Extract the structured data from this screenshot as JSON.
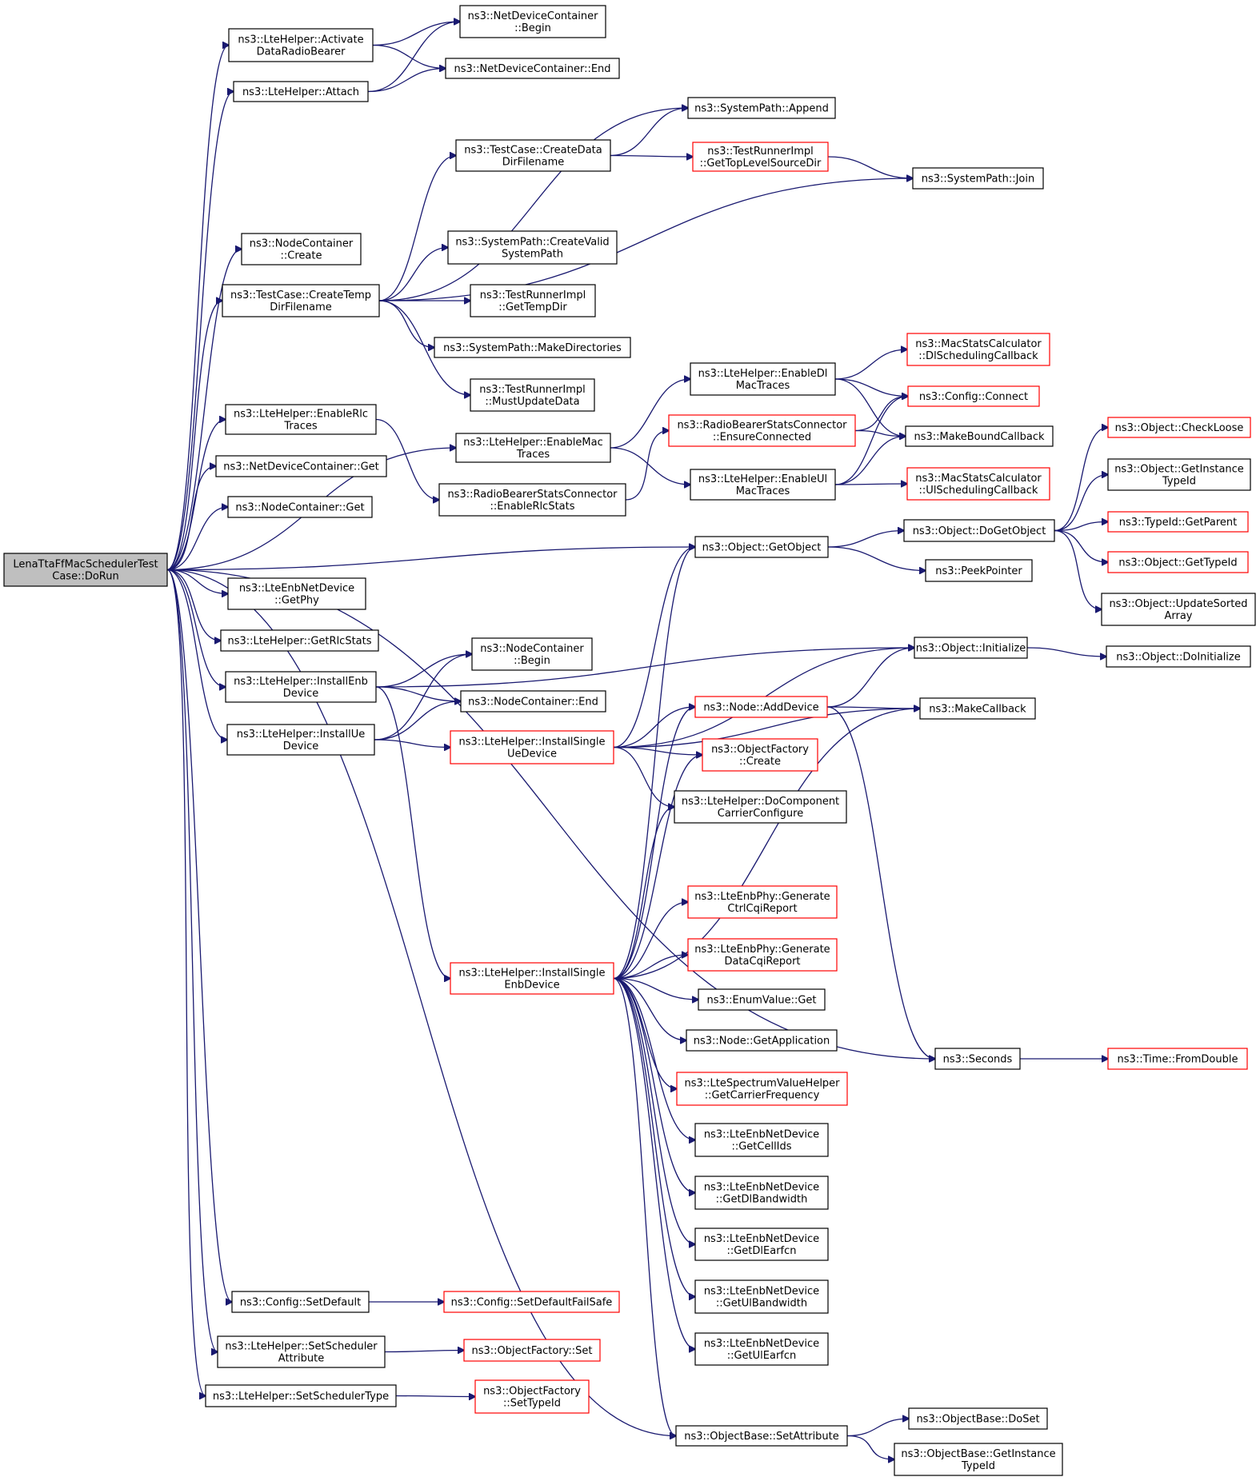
{
  "nodes": [
    {
      "id": "root",
      "lines": [
        "LenaTtaFfMacSchedulerTest",
        "Case::DoRun"
      ],
      "style": "root"
    },
    {
      "id": "lte_activate",
      "lines": [
        "ns3::LteHelper::Activate",
        "DataRadioBearer"
      ],
      "style": "black"
    },
    {
      "id": "lte_attach",
      "lines": [
        "ns3::LteHelper::Attach"
      ],
      "style": "black"
    },
    {
      "id": "ndc_begin",
      "lines": [
        "ns3::NetDeviceContainer",
        "::Begin"
      ],
      "style": "black"
    },
    {
      "id": "ndc_end",
      "lines": [
        "ns3::NetDeviceContainer::End"
      ],
      "style": "black"
    },
    {
      "id": "sp_append",
      "lines": [
        "ns3::SystemPath::Append"
      ],
      "style": "black"
    },
    {
      "id": "tc_createdata",
      "lines": [
        "ns3::TestCase::CreateData",
        "DirFilename"
      ],
      "style": "black"
    },
    {
      "id": "tri_gettoplevel",
      "lines": [
        "ns3::TestRunnerImpl",
        "::GetTopLevelSourceDir"
      ],
      "style": "red"
    },
    {
      "id": "sp_join",
      "lines": [
        "ns3::SystemPath::Join"
      ],
      "style": "black"
    },
    {
      "id": "nc_create",
      "lines": [
        "ns3::NodeContainer",
        "::Create"
      ],
      "style": "black"
    },
    {
      "id": "sp_createvalid",
      "lines": [
        "ns3::SystemPath::CreateValid",
        "SystemPath"
      ],
      "style": "black"
    },
    {
      "id": "tc_createtemp",
      "lines": [
        "ns3::TestCase::CreateTemp",
        "DirFilename"
      ],
      "style": "black"
    },
    {
      "id": "tri_gettempdir",
      "lines": [
        "ns3::TestRunnerImpl",
        "::GetTempDir"
      ],
      "style": "black"
    },
    {
      "id": "sp_makedirs",
      "lines": [
        "ns3::SystemPath::MakeDirectories"
      ],
      "style": "black"
    },
    {
      "id": "tri_mustupdate",
      "lines": [
        "ns3::TestRunnerImpl",
        "::MustUpdateData"
      ],
      "style": "black"
    },
    {
      "id": "msc_dlsched",
      "lines": [
        "ns3::MacStatsCalculator",
        "::DlSchedulingCallback"
      ],
      "style": "red"
    },
    {
      "id": "lte_enabledlmac",
      "lines": [
        "ns3::LteHelper::EnableDl",
        "MacTraces"
      ],
      "style": "black"
    },
    {
      "id": "cfg_connect",
      "lines": [
        "ns3::Config::Connect"
      ],
      "style": "red"
    },
    {
      "id": "lte_enablerlc",
      "lines": [
        "ns3::LteHelper::EnableRlc",
        "Traces"
      ],
      "style": "black"
    },
    {
      "id": "rbsc_ensure",
      "lines": [
        "ns3::RadioBearerStatsConnector",
        "::EnsureConnected"
      ],
      "style": "red"
    },
    {
      "id": "makebound",
      "lines": [
        "ns3::MakeBoundCallback"
      ],
      "style": "black"
    },
    {
      "id": "obj_checkloose",
      "lines": [
        "ns3::Object::CheckLoose"
      ],
      "style": "red"
    },
    {
      "id": "lte_enablemac",
      "lines": [
        "ns3::LteHelper::EnableMac",
        "Traces"
      ],
      "style": "black"
    },
    {
      "id": "ndc_get",
      "lines": [
        "ns3::NetDeviceContainer::Get"
      ],
      "style": "black"
    },
    {
      "id": "lte_enableulmac",
      "lines": [
        "ns3::LteHelper::EnableUl",
        "MacTraces"
      ],
      "style": "black"
    },
    {
      "id": "msc_ulsched",
      "lines": [
        "ns3::MacStatsCalculator",
        "::UlSchedulingCallback"
      ],
      "style": "red"
    },
    {
      "id": "obj_getinstancetypeid",
      "lines": [
        "ns3::Object::GetInstance",
        "TypeId"
      ],
      "style": "black"
    },
    {
      "id": "rbsc_enablerlc",
      "lines": [
        "ns3::RadioBearerStatsConnector",
        "::EnableRlcStats"
      ],
      "style": "black"
    },
    {
      "id": "nc_get",
      "lines": [
        "ns3::NodeContainer::Get"
      ],
      "style": "black"
    },
    {
      "id": "typeid_getparent",
      "lines": [
        "ns3::TypeId::GetParent"
      ],
      "style": "red"
    },
    {
      "id": "obj_dogetobject",
      "lines": [
        "ns3::Object::DoGetObject"
      ],
      "style": "black"
    },
    {
      "id": "obj_getobject",
      "lines": [
        "ns3::Object::GetObject"
      ],
      "style": "black"
    },
    {
      "id": "obj_gettypeid",
      "lines": [
        "ns3::Object::GetTypeId"
      ],
      "style": "red"
    },
    {
      "id": "peekpointer",
      "lines": [
        "ns3::PeekPointer"
      ],
      "style": "black"
    },
    {
      "id": "lteenb_getphy",
      "lines": [
        "ns3::LteEnbNetDevice",
        "::GetPhy"
      ],
      "style": "black"
    },
    {
      "id": "obj_updatesorted",
      "lines": [
        "ns3::Object::UpdateSorted",
        "Array"
      ],
      "style": "black"
    },
    {
      "id": "lte_getrlcstats",
      "lines": [
        "ns3::LteHelper::GetRlcStats"
      ],
      "style": "black"
    },
    {
      "id": "nc_begin",
      "lines": [
        "ns3::NodeContainer",
        "::Begin"
      ],
      "style": "black"
    },
    {
      "id": "obj_initialize",
      "lines": [
        "ns3::Object::Initialize"
      ],
      "style": "black"
    },
    {
      "id": "obj_doinitialize",
      "lines": [
        "ns3::Object::DoInitialize"
      ],
      "style": "black"
    },
    {
      "id": "lte_installenb",
      "lines": [
        "ns3::LteHelper::InstallEnb",
        "Device"
      ],
      "style": "black"
    },
    {
      "id": "nc_end",
      "lines": [
        "ns3::NodeContainer::End"
      ],
      "style": "black"
    },
    {
      "id": "node_adddevice",
      "lines": [
        "ns3::Node::AddDevice"
      ],
      "style": "red"
    },
    {
      "id": "makecallback",
      "lines": [
        "ns3::MakeCallback"
      ],
      "style": "black"
    },
    {
      "id": "lte_installue",
      "lines": [
        "ns3::LteHelper::InstallUe",
        "Device"
      ],
      "style": "black"
    },
    {
      "id": "lte_installsingleue",
      "lines": [
        "ns3::LteHelper::InstallSingle",
        "UeDevice"
      ],
      "style": "red"
    },
    {
      "id": "of_create",
      "lines": [
        "ns3::ObjectFactory",
        "::Create"
      ],
      "style": "red"
    },
    {
      "id": "lte_docomponent",
      "lines": [
        "ns3::LteHelper::DoComponent",
        "CarrierConfigure"
      ],
      "style": "black"
    },
    {
      "id": "phy_genctrl",
      "lines": [
        "ns3::LteEnbPhy::Generate",
        "CtrlCqiReport"
      ],
      "style": "red"
    },
    {
      "id": "phy_gendata",
      "lines": [
        "ns3::LteEnbPhy::Generate",
        "DataCqiReport"
      ],
      "style": "red"
    },
    {
      "id": "lte_installsingleenb",
      "lines": [
        "ns3::LteHelper::InstallSingle",
        "EnbDevice"
      ],
      "style": "red"
    },
    {
      "id": "enumvalue_get",
      "lines": [
        "ns3::EnumValue::Get"
      ],
      "style": "black"
    },
    {
      "id": "node_getapp",
      "lines": [
        "ns3::Node::GetApplication"
      ],
      "style": "black"
    },
    {
      "id": "seconds",
      "lines": [
        "ns3::Seconds"
      ],
      "style": "black"
    },
    {
      "id": "time_fromdouble",
      "lines": [
        "ns3::Time::FromDouble"
      ],
      "style": "red"
    },
    {
      "id": "lsvh_getcarrier",
      "lines": [
        "ns3::LteSpectrumValueHelper",
        "::GetCarrierFrequency"
      ],
      "style": "red"
    },
    {
      "id": "enb_getcellids",
      "lines": [
        "ns3::LteEnbNetDevice",
        "::GetCellIds"
      ],
      "style": "black"
    },
    {
      "id": "enb_getdlbw",
      "lines": [
        "ns3::LteEnbNetDevice",
        "::GetDlBandwidth"
      ],
      "style": "black"
    },
    {
      "id": "enb_getdlearfcn",
      "lines": [
        "ns3::LteEnbNetDevice",
        "::GetDlEarfcn"
      ],
      "style": "black"
    },
    {
      "id": "enb_getulbw",
      "lines": [
        "ns3::LteEnbNetDevice",
        "::GetUlBandwidth"
      ],
      "style": "black"
    },
    {
      "id": "cfg_setdefault",
      "lines": [
        "ns3::Config::SetDefault"
      ],
      "style": "black"
    },
    {
      "id": "cfg_setdefaultfailsafe",
      "lines": [
        "ns3::Config::SetDefaultFailSafe"
      ],
      "style": "red"
    },
    {
      "id": "lte_setschedattr",
      "lines": [
        "ns3::LteHelper::SetScheduler",
        "Attribute"
      ],
      "style": "black"
    },
    {
      "id": "of_set",
      "lines": [
        "ns3::ObjectFactory::Set"
      ],
      "style": "red"
    },
    {
      "id": "enb_getulearfcn",
      "lines": [
        "ns3::LteEnbNetDevice",
        "::GetUlEarfcn"
      ],
      "style": "black"
    },
    {
      "id": "lte_setschedtype",
      "lines": [
        "ns3::LteHelper::SetSchedulerType"
      ],
      "style": "black"
    },
    {
      "id": "of_settypeid",
      "lines": [
        "ns3::ObjectFactory",
        "::SetTypeId"
      ],
      "style": "red"
    },
    {
      "id": "ob_doset",
      "lines": [
        "ns3::ObjectBase::DoSet"
      ],
      "style": "black"
    },
    {
      "id": "ob_setattribute",
      "lines": [
        "ns3::ObjectBase::SetAttribute"
      ],
      "style": "black"
    },
    {
      "id": "ob_getinstancetypeid",
      "lines": [
        "ns3::ObjectBase::GetInstance",
        "TypeId"
      ],
      "style": "black"
    }
  ],
  "edges": [
    [
      "root",
      "lte_activate"
    ],
    [
      "root",
      "lte_attach"
    ],
    [
      "root",
      "nc_create"
    ],
    [
      "root",
      "tc_createtemp"
    ],
    [
      "root",
      "lte_enablemac"
    ],
    [
      "root",
      "lte_enablerlc"
    ],
    [
      "root",
      "ndc_get"
    ],
    [
      "root",
      "nc_get"
    ],
    [
      "root",
      "obj_getobject"
    ],
    [
      "root",
      "lteenb_getphy"
    ],
    [
      "root",
      "lte_getrlcstats"
    ],
    [
      "root",
      "lte_installenb"
    ],
    [
      "root",
      "lte_installue"
    ],
    [
      "root",
      "cfg_setdefault"
    ],
    [
      "root",
      "lte_setschedattr"
    ],
    [
      "root",
      "lte_setschedtype"
    ],
    [
      "root",
      "ob_setattribute"
    ],
    [
      "root",
      "seconds"
    ],
    [
      "lte_activate",
      "ndc_begin"
    ],
    [
      "lte_activate",
      "ndc_end"
    ],
    [
      "lte_attach",
      "ndc_begin"
    ],
    [
      "lte_attach",
      "ndc_end"
    ],
    [
      "tc_createtemp",
      "sp_append"
    ],
    [
      "tc_createtemp",
      "tc_createdata"
    ],
    [
      "tc_createtemp",
      "sp_join"
    ],
    [
      "tc_createtemp",
      "sp_createvalid"
    ],
    [
      "tc_createtemp",
      "tri_gettempdir"
    ],
    [
      "tc_createtemp",
      "sp_makedirs"
    ],
    [
      "tc_createtemp",
      "tri_mustupdate"
    ],
    [
      "tc_createdata",
      "sp_append"
    ],
    [
      "tc_createdata",
      "tri_gettoplevel"
    ],
    [
      "tri_gettoplevel",
      "sp_join"
    ],
    [
      "lte_enablemac",
      "lte_enabledlmac"
    ],
    [
      "lte_enablemac",
      "lte_enableulmac"
    ],
    [
      "lte_enabledlmac",
      "msc_dlsched"
    ],
    [
      "lte_enabledlmac",
      "cfg_connect"
    ],
    [
      "lte_enabledlmac",
      "makebound"
    ],
    [
      "lte_enableulmac",
      "msc_ulsched"
    ],
    [
      "lte_enableulmac",
      "cfg_connect"
    ],
    [
      "lte_enableulmac",
      "makebound"
    ],
    [
      "lte_enablerlc",
      "rbsc_enablerlc"
    ],
    [
      "rbsc_enablerlc",
      "rbsc_ensure"
    ],
    [
      "rbsc_ensure",
      "cfg_connect"
    ],
    [
      "rbsc_ensure",
      "makebound"
    ],
    [
      "obj_getobject",
      "obj_dogetobject"
    ],
    [
      "obj_getobject",
      "peekpointer"
    ],
    [
      "obj_dogetobject",
      "obj_checkloose"
    ],
    [
      "obj_dogetobject",
      "obj_getinstancetypeid"
    ],
    [
      "obj_dogetobject",
      "typeid_getparent"
    ],
    [
      "obj_dogetobject",
      "obj_gettypeid"
    ],
    [
      "obj_dogetobject",
      "obj_updatesorted"
    ],
    [
      "lte_installenb",
      "obj_initialize"
    ],
    [
      "lte_installenb",
      "nc_begin"
    ],
    [
      "lte_installenb",
      "nc_end"
    ],
    [
      "lte_installenb",
      "lte_installsingleenb"
    ],
    [
      "lte_installue",
      "nc_begin"
    ],
    [
      "lte_installue",
      "nc_end"
    ],
    [
      "lte_installue",
      "lte_installsingleue"
    ],
    [
      "lte_installsingleue",
      "obj_getobject"
    ],
    [
      "lte_installsingleue",
      "obj_initialize"
    ],
    [
      "lte_installsingleue",
      "makecallback"
    ],
    [
      "lte_installsingleue",
      "node_adddevice"
    ],
    [
      "lte_installsingleue",
      "of_create"
    ],
    [
      "lte_installsingleue",
      "lte_docomponent"
    ],
    [
      "node_adddevice",
      "obj_initialize"
    ],
    [
      "node_adddevice",
      "makecallback"
    ],
    [
      "node_adddevice",
      "seconds"
    ],
    [
      "obj_initialize",
      "obj_doinitialize"
    ],
    [
      "seconds",
      "time_fromdouble"
    ],
    [
      "lte_installsingleenb",
      "obj_getobject"
    ],
    [
      "lte_installsingleenb",
      "node_adddevice"
    ],
    [
      "lte_installsingleenb",
      "of_create"
    ],
    [
      "lte_installsingleenb",
      "lte_docomponent"
    ],
    [
      "lte_installsingleenb",
      "makecallback"
    ],
    [
      "lte_installsingleenb",
      "phy_genctrl"
    ],
    [
      "lte_installsingleenb",
      "phy_gendata"
    ],
    [
      "lte_installsingleenb",
      "enumvalue_get"
    ],
    [
      "lte_installsingleenb",
      "node_getapp"
    ],
    [
      "lte_installsingleenb",
      "lsvh_getcarrier"
    ],
    [
      "lte_installsingleenb",
      "enb_getcellids"
    ],
    [
      "lte_installsingleenb",
      "enb_getdlbw"
    ],
    [
      "lte_installsingleenb",
      "enb_getdlearfcn"
    ],
    [
      "lte_installsingleenb",
      "enb_getulbw"
    ],
    [
      "lte_installsingleenb",
      "enb_getulearfcn"
    ],
    [
      "lte_installsingleenb",
      "ob_setattribute"
    ],
    [
      "cfg_setdefault",
      "cfg_setdefaultfailsafe"
    ],
    [
      "lte_setschedattr",
      "of_set"
    ],
    [
      "lte_setschedtype",
      "of_settypeid"
    ],
    [
      "ob_setattribute",
      "ob_doset"
    ],
    [
      "ob_setattribute",
      "ob_getinstancetypeid"
    ]
  ]
}
